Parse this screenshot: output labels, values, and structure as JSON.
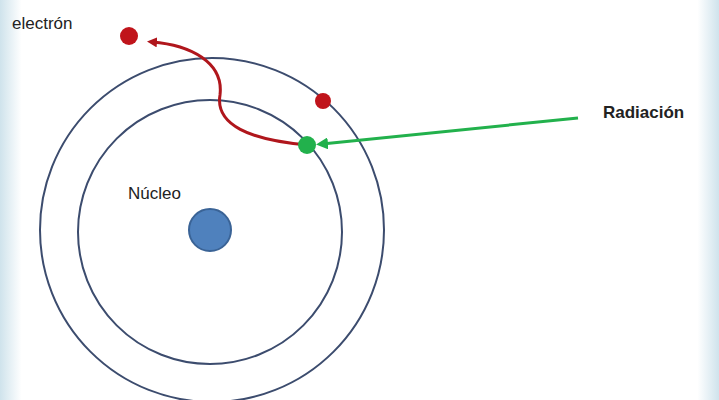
{
  "diagram": {
    "labels": [
      "electrón",
      "Núcleo",
      "Radiación"
    ]
  }
}
